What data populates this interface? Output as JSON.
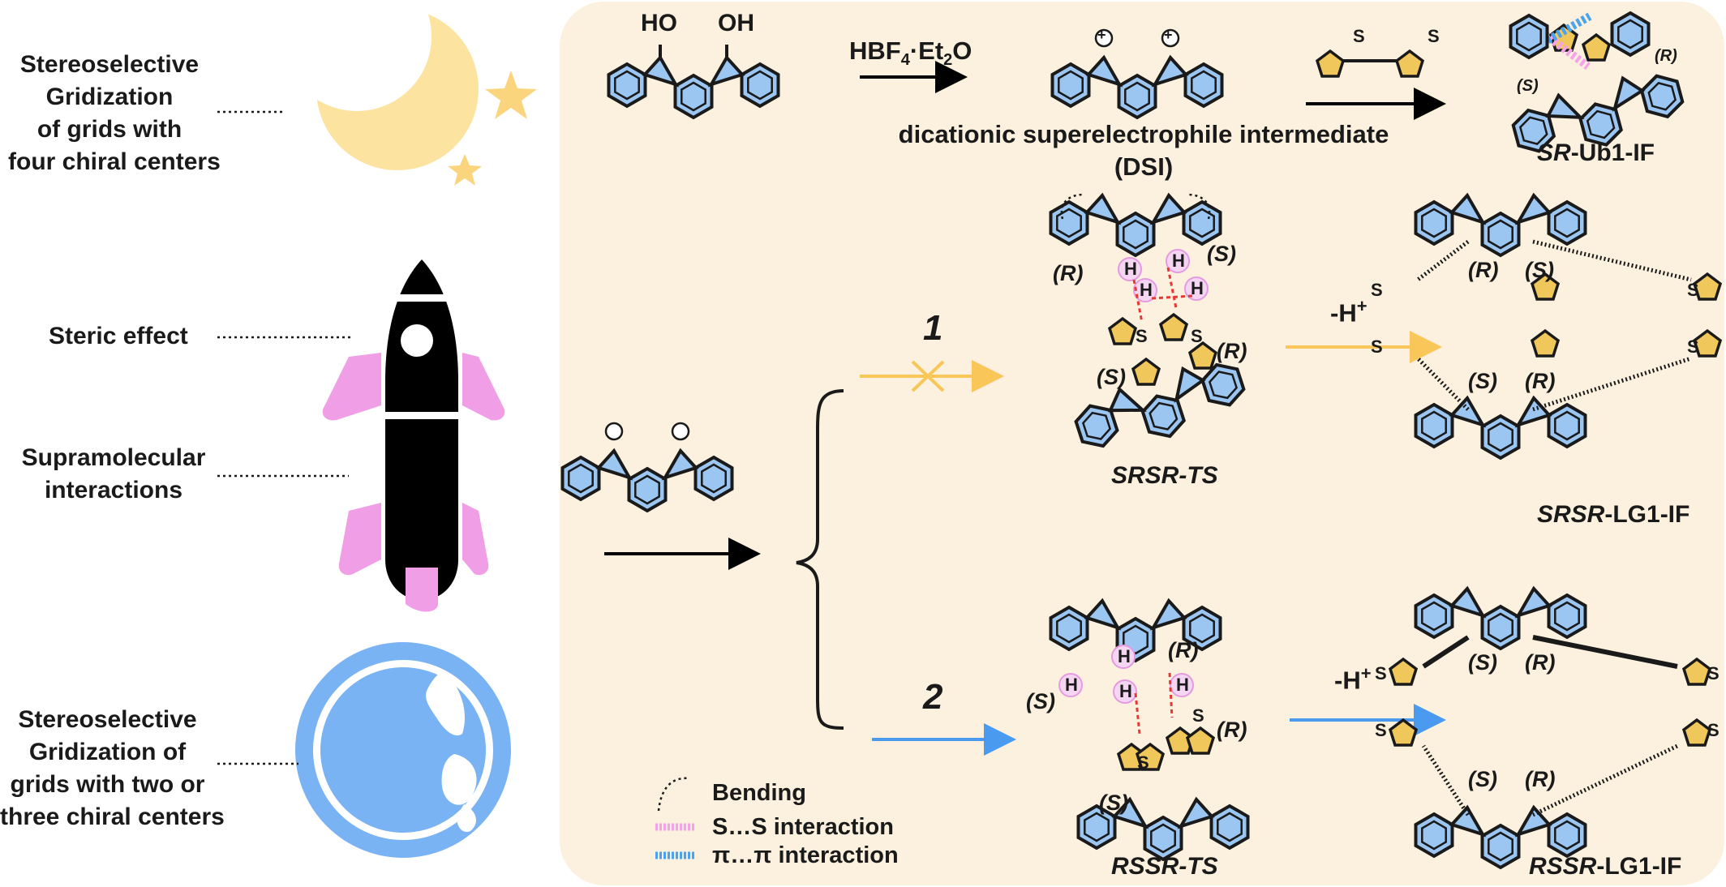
{
  "colors": {
    "panel_bg": "#fcf1de",
    "ring_fill": "#9cc6f2",
    "ring_stroke": "#1a1a1a",
    "thiophene_fill": "#f0c75a",
    "moon": "#fce3a0",
    "star": "#fbd57d",
    "rocket_body": "#000000",
    "rocket_fins": "#f09ee6",
    "globe": "#7ab3f3",
    "pathway_1": "#f9c659",
    "pathway_2": "#4a9bf0",
    "hbond": "#e53935",
    "ss_interaction": "#f5a3e8",
    "pipi_interaction": "#4aa3f0"
  },
  "icons": [
    "moon-icon",
    "star-icon",
    "rocket-icon",
    "globe-icon"
  ],
  "left_panel": {
    "label_1": [
      "Stereoselective",
      "Gridization",
      "of grids with",
      "four chiral centers"
    ],
    "label_2": "Steric effect",
    "label_3": [
      "Supramolecular",
      "interactions"
    ],
    "label_4": [
      "Stereoselective",
      "Gridization of",
      "grids with two or",
      "three chiral centers"
    ]
  },
  "scheme": {
    "hydroxyl_left": "HO",
    "hydroxyl_right": "OH",
    "reagent_main": "HBF",
    "reagent_sub1": "4",
    "reagent_mid": "·Et",
    "reagent_sub2": "2",
    "reagent_end": "O",
    "intermediate_name": "dicationic superelectrophile intermediate",
    "intermediate_abbr": "(DSI)",
    "ub1_prefix": "SR",
    "ub1_suffix": "-Ub1-IF",
    "pathway_1_number": "1",
    "pathway_2_number": "2",
    "deprotonation": "-H",
    "deprotonation_sup": "+",
    "ts_1": "SRSR-TS",
    "ts_2": "RSSR-TS",
    "lg1_prefix": "SRSR",
    "lg1_suffix": "-LG1-IF",
    "lg2_prefix": "RSSR",
    "lg2_suffix": "-LG1-IF",
    "chirality_R": "(R)",
    "chirality_S": "(S)",
    "atom_H": "H",
    "atom_S": "S",
    "charge": "+"
  },
  "legend": {
    "bending": "Bending",
    "ss": "S…S interaction",
    "pipi": "π…π interaction"
  }
}
